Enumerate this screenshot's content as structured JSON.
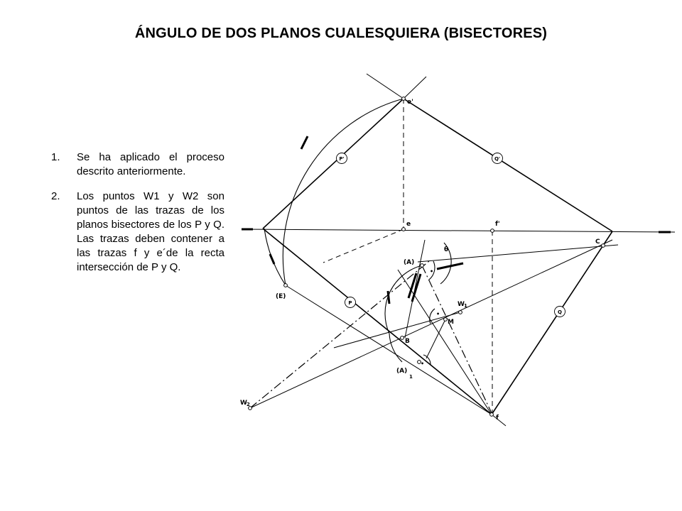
{
  "title": "ÁNGULO DE DOS PLANOS CUALESQUIERA (BISECTORES)",
  "steps": [
    {
      "number": "1.",
      "text": "Se ha aplicado el proceso descrito anteriormente."
    },
    {
      "number": "2.",
      "text": "Los puntos W1 y W2 son puntos de las trazas de los planos bisectores de los P y Q. Las trazas deben contener a las trazas f y e´de la recta intersección de P y Q."
    }
  ],
  "diagram": {
    "labels": {
      "e_prime": "e'",
      "e": "e",
      "f_prime": "f'",
      "f": "f",
      "c": "C",
      "a": "(A)",
      "a1": "(A)",
      "a1_sub": "1",
      "b": "B",
      "m": "M",
      "e_rot": "(E)",
      "w1": "W",
      "w1_sub": "1",
      "w2": "W",
      "w2_sub": "2",
      "theta": "θ",
      "p_prime": "P'",
      "q_prime": "Q'",
      "p": "P",
      "q": "Q"
    }
  }
}
